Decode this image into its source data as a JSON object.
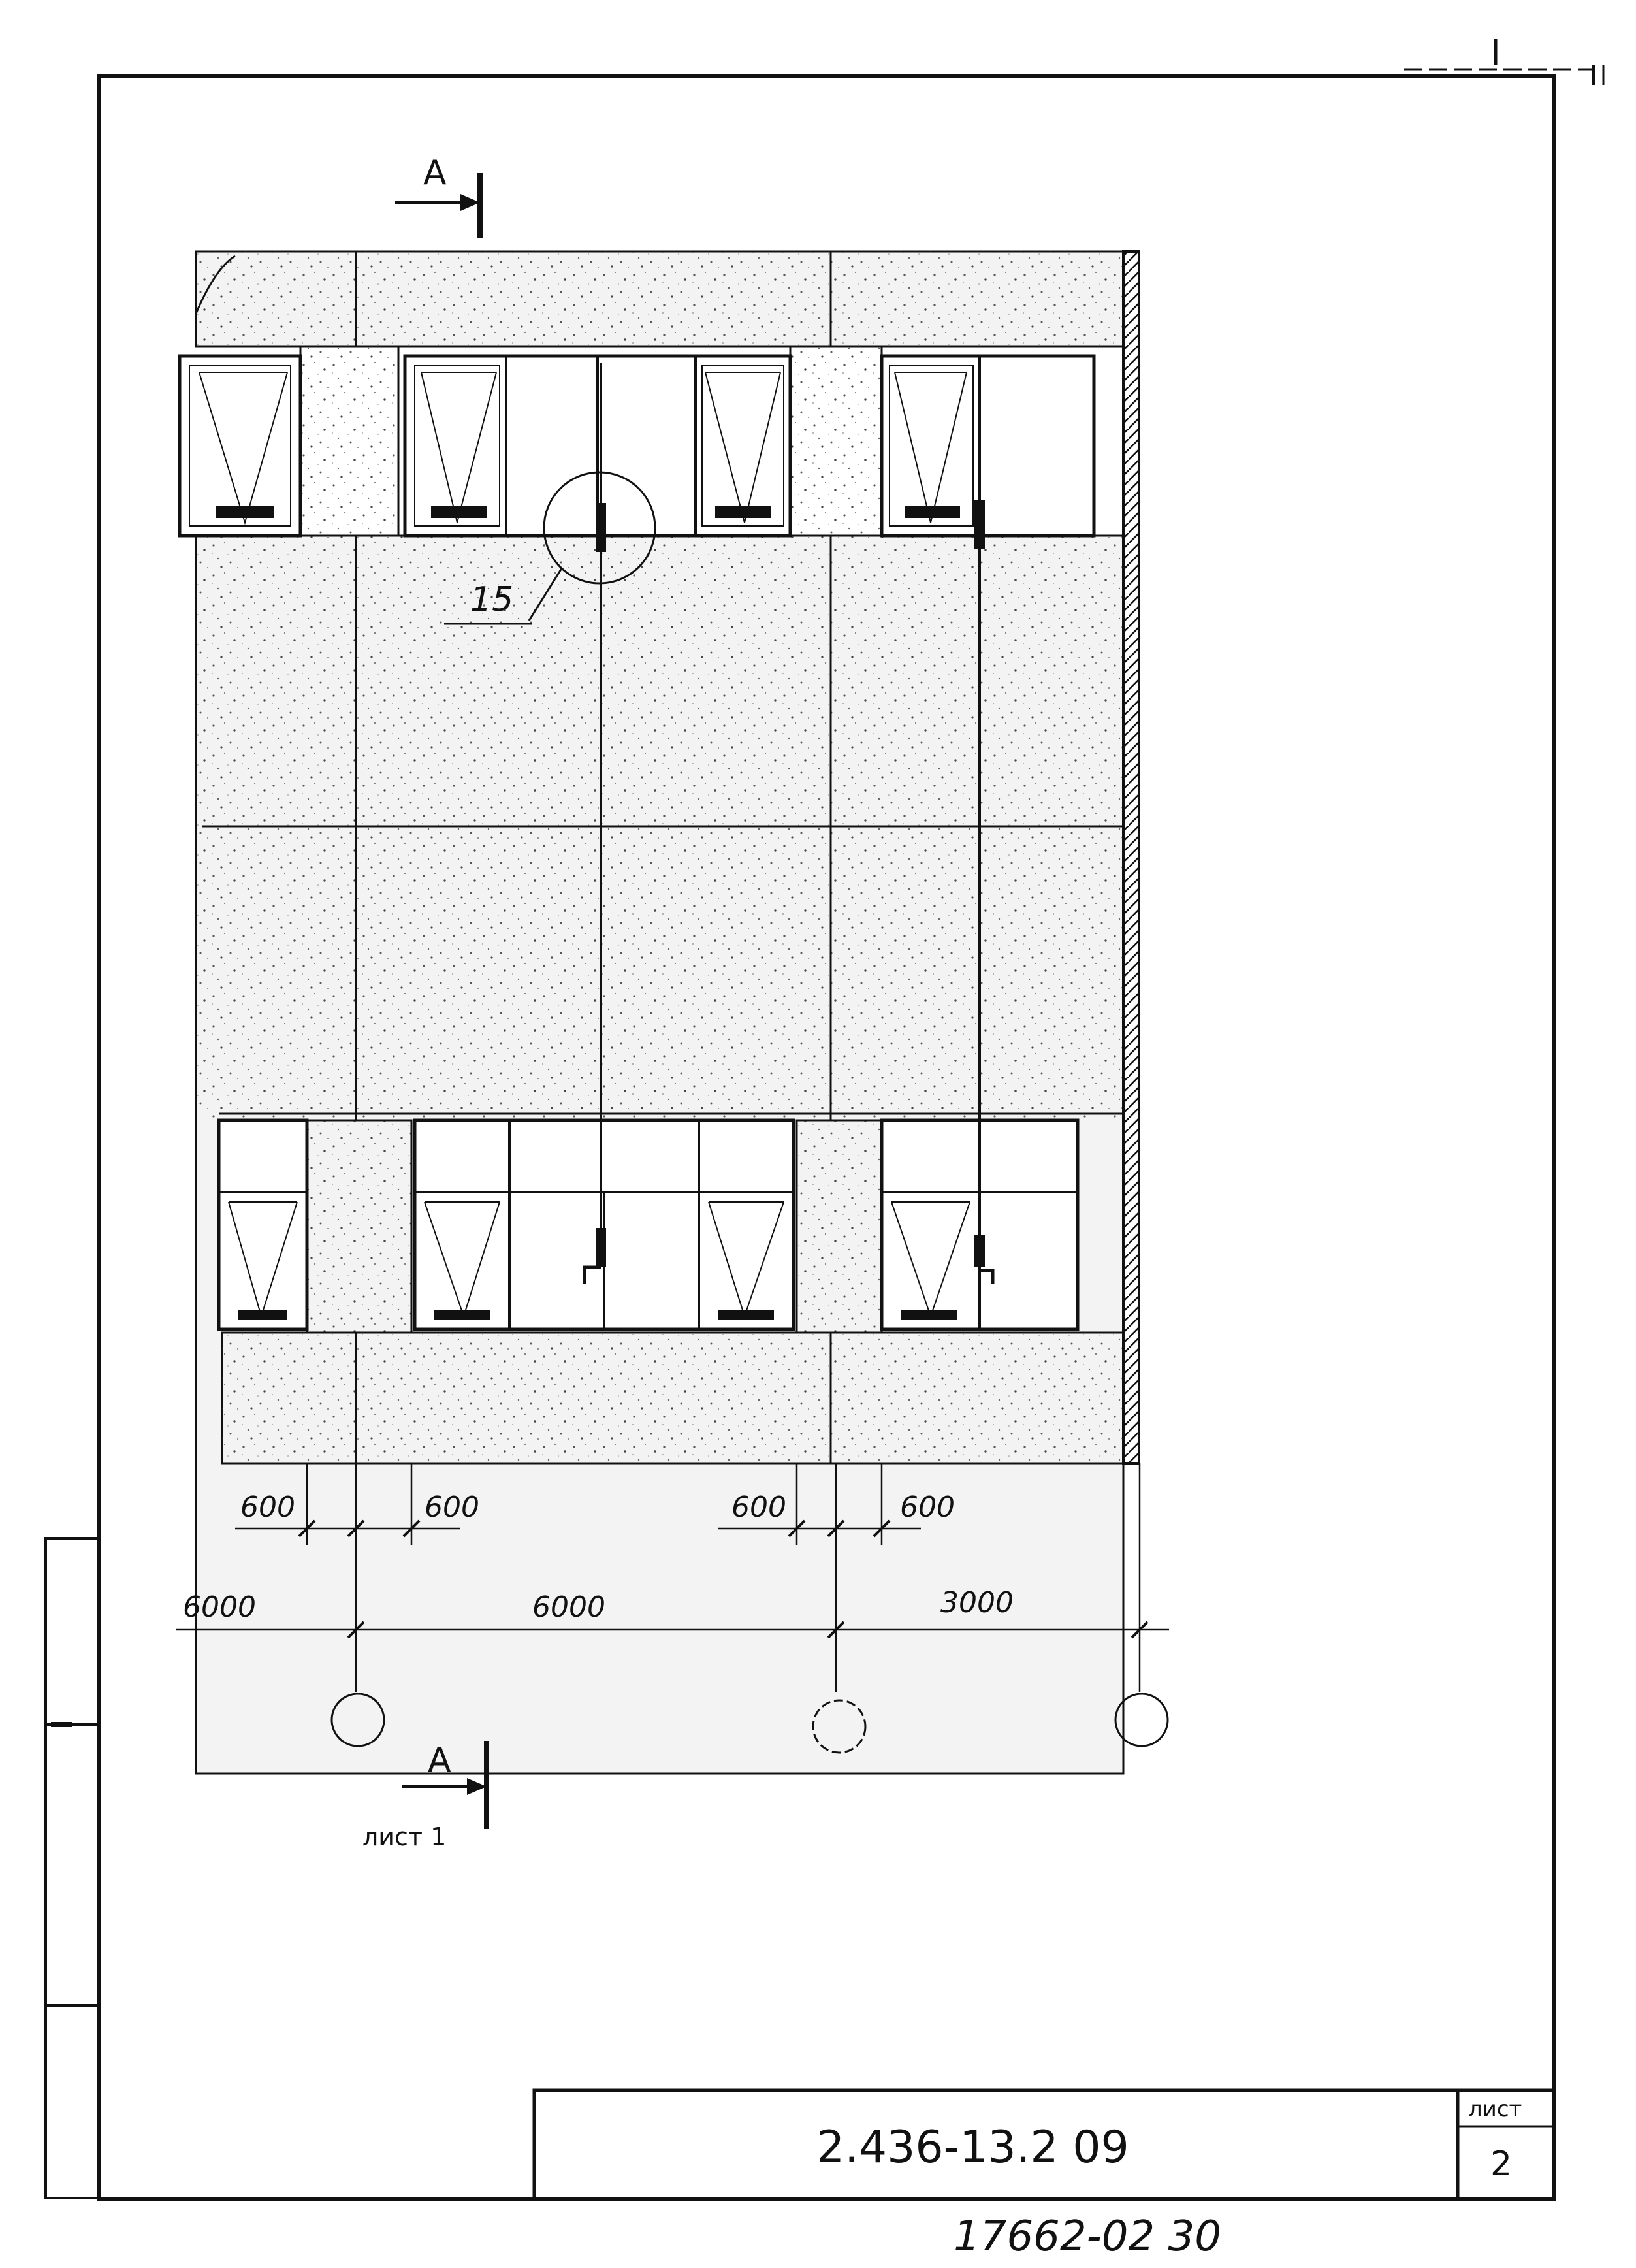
{
  "drawing": {
    "section_mark_top": "A",
    "section_mark_bottom": "A",
    "section_ref": "лист 1",
    "callout": "15",
    "dims_600": [
      "600",
      "600",
      "600",
      "600"
    ],
    "dims_span": [
      "6000",
      "6000",
      "3000"
    ]
  },
  "title_block": {
    "code": "2.436-13.2 09",
    "sheet_label": "лист",
    "sheet_number": "2",
    "archive_number": "17662-02 30"
  },
  "colors": {
    "ink": "#111111",
    "paper": "#ffffff",
    "panel": "#f3f3f3"
  }
}
